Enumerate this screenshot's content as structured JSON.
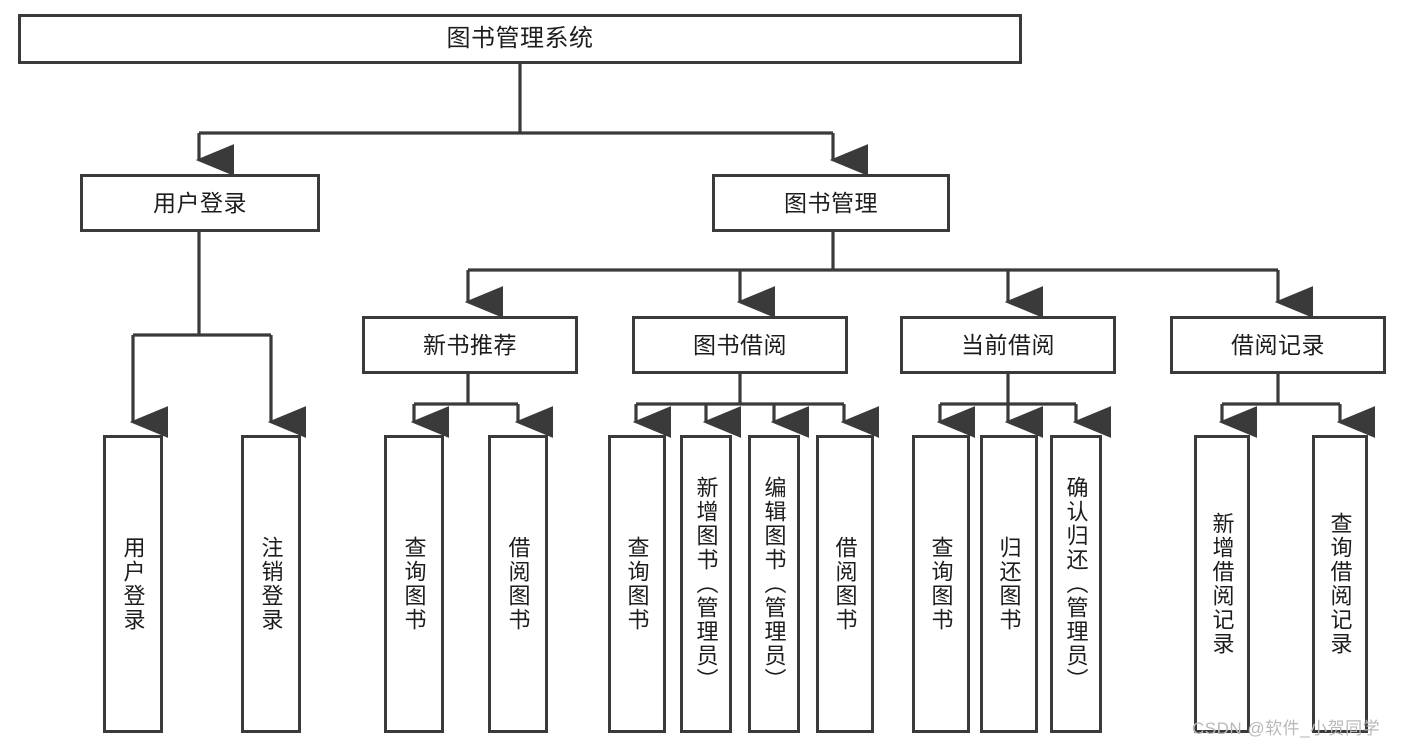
{
  "diagram": {
    "type": "tree-hierarchy",
    "title": "图书管理系统",
    "colors": {
      "stroke": "#3a3a3a",
      "fill": "#ffffff",
      "text": "#1d1d1d",
      "watermark": "#b9b9b9",
      "background": "#ffffff"
    },
    "watermark": "CSDN @软件_小贺同学",
    "levels": [
      {
        "level": 1,
        "nodes": [
          {
            "id": "root",
            "label": "图书管理系统"
          }
        ]
      },
      {
        "level": 2,
        "nodes": [
          {
            "id": "user-login",
            "label": "用户登录",
            "parent": "root"
          },
          {
            "id": "book-manage",
            "label": "图书管理",
            "parent": "root"
          }
        ]
      },
      {
        "level": 3,
        "nodes": [
          {
            "id": "new-book-rec",
            "label": "新书推荐",
            "parent": "book-manage"
          },
          {
            "id": "book-borrow",
            "label": "图书借阅",
            "parent": "book-manage"
          },
          {
            "id": "current-borrow",
            "label": "当前借阅",
            "parent": "book-manage"
          },
          {
            "id": "borrow-record",
            "label": "借阅记录",
            "parent": "book-manage"
          }
        ]
      },
      {
        "level": 4,
        "nodes": [
          {
            "id": "leaf-user-login",
            "label": "用户登录",
            "parent": "user-login"
          },
          {
            "id": "leaf-logout",
            "label": "注销登录",
            "parent": "user-login"
          },
          {
            "id": "leaf-query-book-1",
            "label": "查询图书",
            "parent": "new-book-rec"
          },
          {
            "id": "leaf-borrow-book-1",
            "label": "借阅图书",
            "parent": "new-book-rec"
          },
          {
            "id": "leaf-query-book-2",
            "label": "查询图书",
            "parent": "book-borrow"
          },
          {
            "id": "leaf-add-book",
            "label": "新增图书（管理员）",
            "parent": "book-borrow"
          },
          {
            "id": "leaf-edit-book",
            "label": "编辑图书（管理员）",
            "parent": "book-borrow"
          },
          {
            "id": "leaf-borrow-book-2",
            "label": "借阅图书",
            "parent": "book-borrow"
          },
          {
            "id": "leaf-query-book-3",
            "label": "查询图书",
            "parent": "current-borrow"
          },
          {
            "id": "leaf-return-book",
            "label": "归还图书",
            "parent": "current-borrow"
          },
          {
            "id": "leaf-confirm-return",
            "label": "确认归还（管理员）",
            "parent": "current-borrow"
          },
          {
            "id": "leaf-add-record",
            "label": "新增借阅记录",
            "parent": "borrow-record"
          },
          {
            "id": "leaf-query-record",
            "label": "查询借阅记录",
            "parent": "borrow-record"
          }
        ]
      }
    ]
  }
}
